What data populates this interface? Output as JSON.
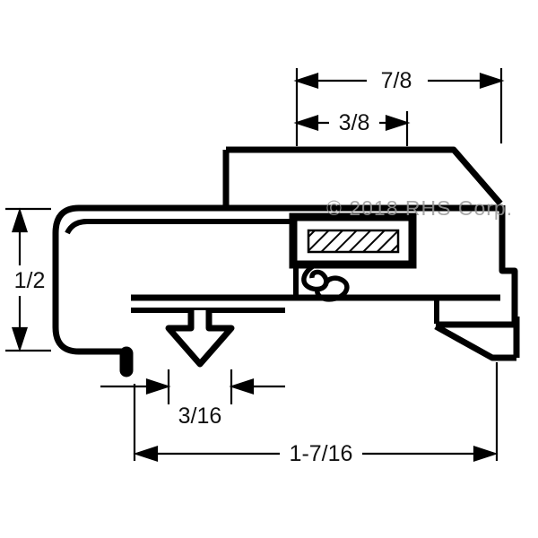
{
  "diagram": {
    "watermark": "© 2018 RHS Corp.",
    "dimensions": {
      "overall_top_width": "7/8",
      "magnet_width": "3/8",
      "gasket_height": "1/2",
      "dart_width": "3/16",
      "overall_bottom_width": "1-7/16"
    },
    "colors": {
      "line": "#000000",
      "watermark": "#999999",
      "background": "#ffffff"
    }
  }
}
